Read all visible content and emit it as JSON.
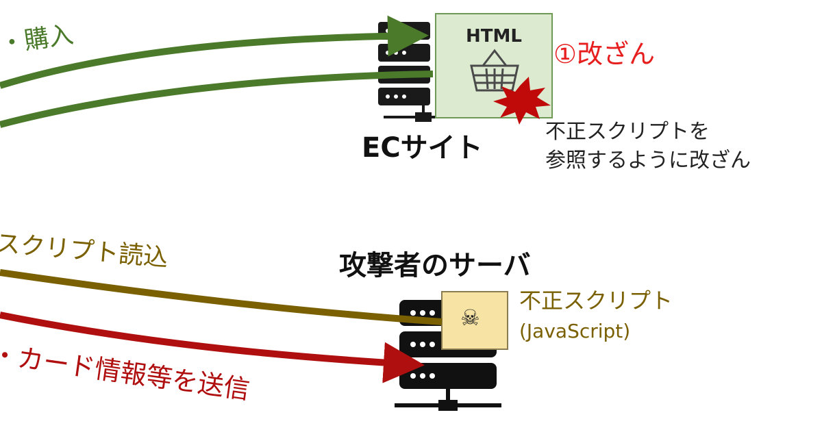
{
  "flows": {
    "purchase_label": "・購入",
    "script_load_label": "スクリプト読込",
    "send_label": "・カード情報等を送信"
  },
  "ec_site": {
    "name": "ECサイト",
    "html_label": "HTML",
    "tamper_label": "①改ざん",
    "tamper_note": "不正スクリプトを\n参照するように改ざん"
  },
  "attacker": {
    "title": "攻撃者のサーバ",
    "script_name": "不正スクリプト",
    "script_lang": "(JavaScript)",
    "skull_glyph": "☠"
  },
  "colors": {
    "green": "#4a7a2a",
    "html_box_fill": "#dcebd0",
    "olive": "#7a6000",
    "script_box_fill": "#f7e3a3",
    "red": "#b00f0f",
    "tamper_red": "#e61e1e"
  },
  "icons": [
    "server-icon",
    "shopping-basket-icon",
    "explosion-icon",
    "skull-icon"
  ]
}
